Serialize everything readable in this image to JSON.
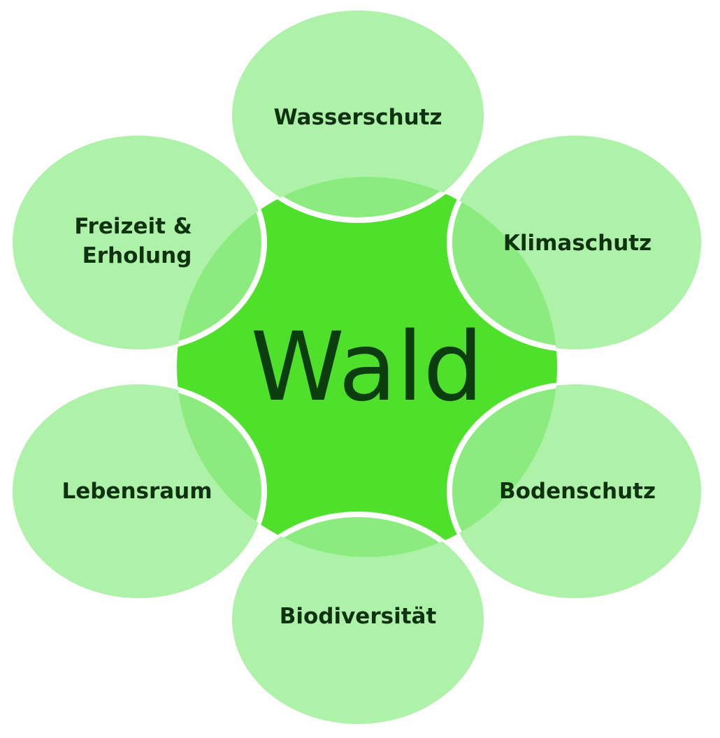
{
  "center": {
    "label": "Wald"
  },
  "aspects": [
    {
      "lines": [
        "Wasserschutz"
      ]
    },
    {
      "lines": [
        "Klimaschutz"
      ]
    },
    {
      "lines": [
        "Bodenschutz"
      ]
    },
    {
      "lines": [
        "Biodiversität"
      ]
    },
    {
      "lines": [
        "Lebensraum"
      ]
    },
    {
      "lines": [
        "Freizeit &",
        "Erholung"
      ]
    }
  ],
  "colors": {
    "center_fill": "#4fe02c",
    "outer_fill": "#9aed93",
    "separator": "#ffffff",
    "text": "#0f3311",
    "center_text": "#0b3d0e"
  }
}
